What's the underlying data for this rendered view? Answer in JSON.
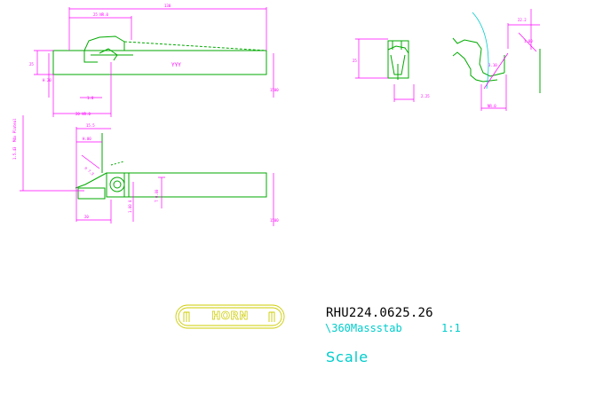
{
  "colors": {
    "geometry": "#00aa00",
    "dimension": "#ff00ff",
    "annotation": "#00cccc",
    "logo": "#cccc00",
    "text": "#000000"
  },
  "part_number": "RHU224.0625.26",
  "scale_label": "\\360Massstab",
  "scale_ratio": "1:1",
  "scale_word": "Scale",
  "logo_text": "HORN"
}
